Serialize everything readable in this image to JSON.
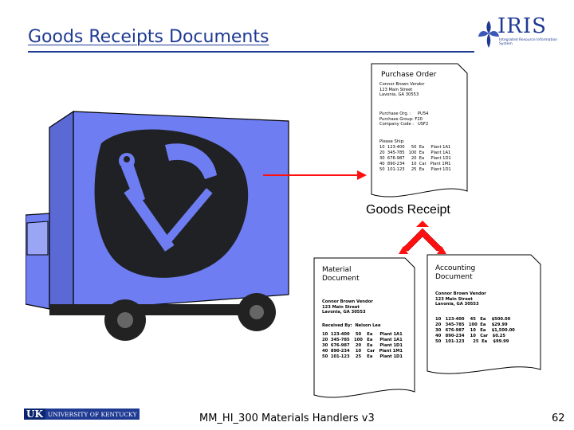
{
  "slide": {
    "title": "Goods Receipts Documents",
    "footer": "MM_HI_300 Materials Handlers v3",
    "page_number": "62"
  },
  "logo": {
    "name": "IRIS",
    "subtitle": "Integrated Resource Information System"
  },
  "uk_logo": {
    "initials": "UK",
    "text": "UNIVERSITY OF KENTUCKY"
  },
  "purchase_order": {
    "title": "Purchase Order",
    "vendor_lines": [
      "Connor Brown Vendor",
      "123 Main Street",
      "Lavonia, GA 30553"
    ],
    "org_lines": [
      "Purchase Org. :     PU54",
      "Purchase Group: F20",
      "Company Code :   USF2"
    ],
    "items_header": "Please Ship:",
    "items": [
      "10  123-400     50  Ea     Plant 1A1",
      "20  345-785   100  Ea     Plant 1A1",
      "30  676-987     20  Ea     Plant 1D1",
      "40  890-234     10  Car   Plant 1M1",
      "50  101-123     25  Ea     Plant 1D1"
    ]
  },
  "goods_receipt": {
    "label": "Goods Receipt"
  },
  "material_document": {
    "title": "Material Document",
    "vendor_lines": [
      "Connor Brown Vendor",
      "123 Main Street",
      "Lavonia, GA 30553"
    ],
    "received_by": "Received By:  Nelson Lee",
    "items": [
      "10  123-400    50    Ea     Plant 1A1",
      "20  345-785   100   Ea     Plant 1A1",
      "30  676-987    20    Ea     Plant 1D1",
      "40  890-234    10    Car   Plant 1M1",
      "50  101-123    25    Ea     Plant 1D1"
    ]
  },
  "accounting_document": {
    "title": "Accounting Document",
    "vendor_lines": [
      "Connor Brown Vendor",
      "123 Main Street",
      "Lavonia, GA 30553"
    ],
    "items": [
      "10   123-400    45   Ea    $500.00",
      "20   345-785   100  Ea    $29.99",
      "30   676-987    10   Ea    $1,500.00",
      "40   890-234    10   Car   $0.25",
      "50   101-123      25  Ea    $99.99"
    ]
  },
  "colors": {
    "title": "#1f3a93",
    "truck_box": "#6e7ef2",
    "truck_cab": "#6f7ef0",
    "arrow": "#ff1010",
    "emblem": "#202124"
  },
  "icons": [
    "truck-icon",
    "tools-emblem-icon",
    "iris-flower-icon",
    "uk-logo-icon"
  ]
}
